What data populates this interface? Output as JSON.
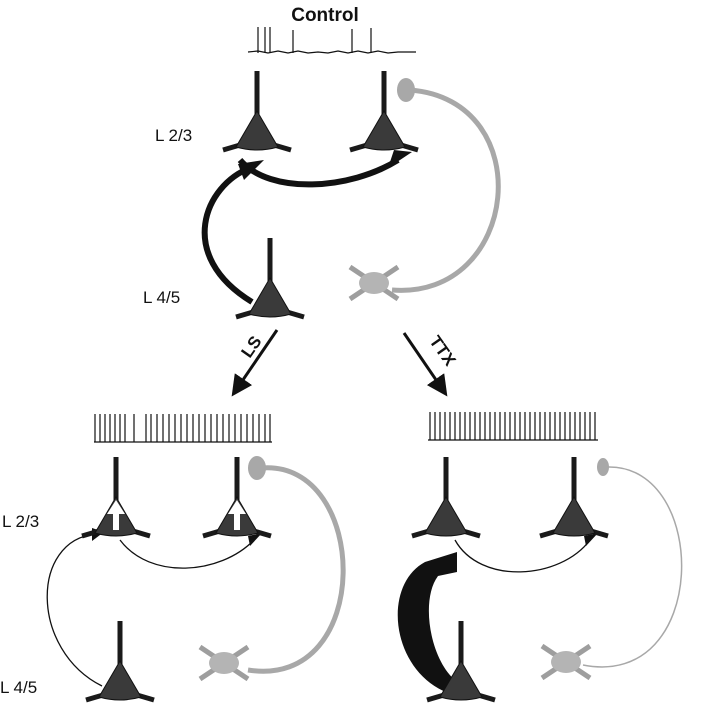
{
  "title": "Control",
  "layer_labels": {
    "top_l23": "L 2/3",
    "top_l45": "L 4/5",
    "left_l23": "L 2/3",
    "left_l45": "L 4/5"
  },
  "branch_labels": {
    "left": "LS",
    "right": "TTX"
  },
  "colors": {
    "excitatory_neuron": "#3a3a3a",
    "inhibitory_neuron": "#b0b0b0",
    "excitatory_connection": "#111111",
    "inhibitory_connection": "#a0a0a0",
    "potentiation_arrow": "#ffffff"
  },
  "icons": {
    "excitatory_neuron": "pyramidal-neuron-icon",
    "inhibitory_neuron": "interneuron-icon",
    "spike_train": "spike-train-icon",
    "potentiation": "up-arrow-icon"
  }
}
